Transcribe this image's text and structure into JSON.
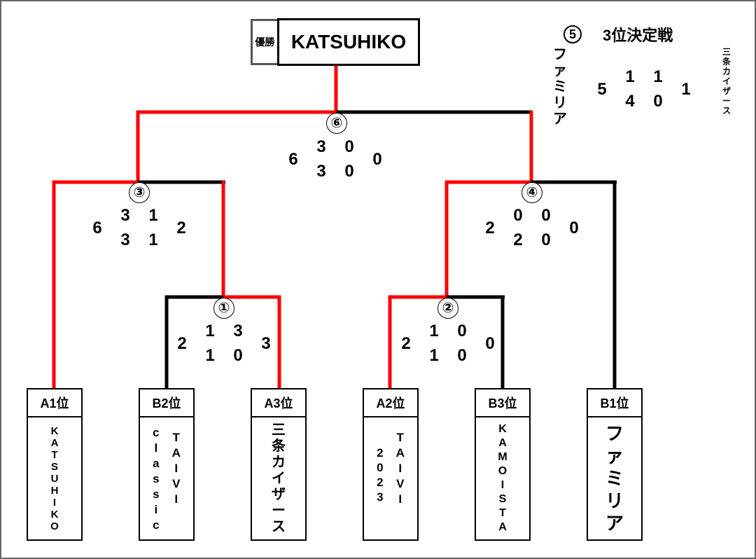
{
  "colors": {
    "winner_path": "#ff0000",
    "line": "#000000",
    "frame": "#666666"
  },
  "champion": {
    "label": "優勝",
    "team": "KATSUHIKO"
  },
  "third_place": {
    "match_number": "⑤",
    "title": "3位決定戦",
    "left_team": "ファミリア",
    "right_team": "三条カイザース",
    "left_total": "5",
    "right_total": "1",
    "left_periods": [
      "1",
      "4"
    ],
    "right_periods": [
      "1",
      "0"
    ]
  },
  "matches": [
    {
      "id": "m1",
      "number": "①",
      "left_total": "2",
      "right_total": "3",
      "left_periods": [
        "1",
        "1"
      ],
      "right_periods": [
        "3",
        "0"
      ]
    },
    {
      "id": "m2",
      "number": "②",
      "left_total": "2",
      "right_total": "0",
      "left_periods": [
        "1",
        "1"
      ],
      "right_periods": [
        "0",
        "0"
      ]
    },
    {
      "id": "m3",
      "number": "③",
      "left_total": "6",
      "right_total": "2",
      "left_periods": [
        "3",
        "3"
      ],
      "right_periods": [
        "1",
        "1"
      ]
    },
    {
      "id": "m4",
      "number": "④",
      "left_total": "2",
      "right_total": "0",
      "left_periods": [
        "0",
        "2"
      ],
      "right_periods": [
        "0",
        "0"
      ]
    },
    {
      "id": "m6",
      "number": "⑥",
      "left_total": "6",
      "right_total": "0",
      "left_periods": [
        "3",
        "3"
      ],
      "right_periods": [
        "0",
        "0"
      ]
    }
  ],
  "seeds": [
    {
      "seed": "A1位",
      "name_lines": [
        "KATSUHIKO"
      ]
    },
    {
      "seed": "B2位",
      "name_lines": [
        "classic",
        "TAIVI"
      ]
    },
    {
      "seed": "A3位",
      "name_lines": [
        "三条カイザース"
      ]
    },
    {
      "seed": "A2位",
      "name_lines": [
        "2023",
        "TAIVI"
      ]
    },
    {
      "seed": "B3位",
      "name_lines": [
        "KAMOISTA"
      ]
    },
    {
      "seed": "B1位",
      "name_lines": [
        "ファミリア"
      ]
    }
  ]
}
